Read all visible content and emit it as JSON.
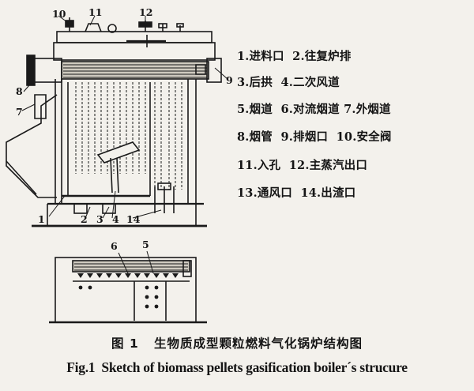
{
  "diagram": {
    "callouts_top": [
      "10",
      "11",
      "12"
    ],
    "callouts_left": [
      "8",
      "7"
    ],
    "callout_right": "9",
    "callouts_bottom": [
      "1",
      "2",
      "3",
      "4",
      "14"
    ],
    "callouts_section": [
      "6",
      "5"
    ]
  },
  "legend": [
    {
      "num": "1.",
      "text": "进料口"
    },
    {
      "num": "2.",
      "text": "往复炉排"
    },
    {
      "num": "3.",
      "text": "后拱"
    },
    {
      "num": "4.",
      "text": "二次风道"
    },
    {
      "num": "5.",
      "text": "烟道"
    },
    {
      "num": "6.",
      "text": "对流烟道"
    },
    {
      "num": "7.",
      "text": "外烟道"
    },
    {
      "num": "8.",
      "text": "烟管"
    },
    {
      "num": "9.",
      "text": "排烟口"
    },
    {
      "num": "10.",
      "text": "安全阀"
    },
    {
      "num": "11.",
      "text": "入孔"
    },
    {
      "num": "12.",
      "text": "主蒸汽出口"
    },
    {
      "num": "13.",
      "text": "通风口"
    },
    {
      "num": "14.",
      "text": "出渣口"
    }
  ],
  "caption": {
    "cn_label": "图 1",
    "cn_text": "生物质成型颗粒燃料气化锅炉结构图",
    "en_label": "Fig.1",
    "en_text": "Sketch of biomass pellets gasification boiler´s strucure"
  }
}
